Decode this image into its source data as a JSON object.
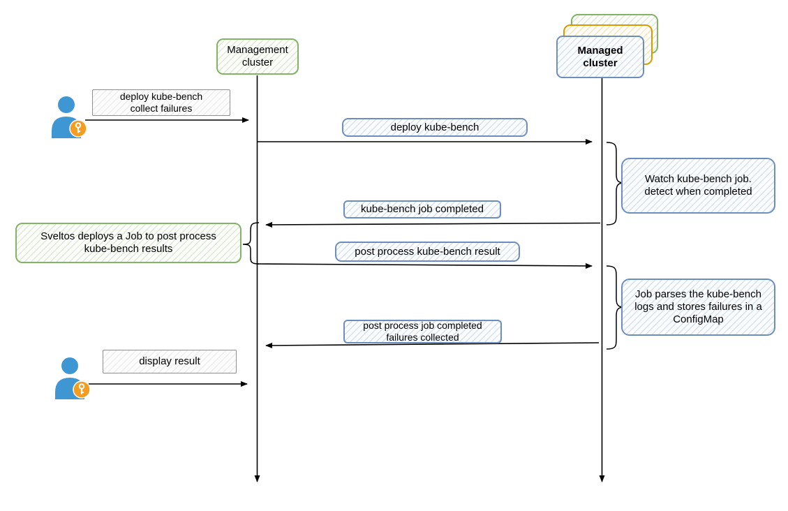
{
  "diagram_title": "kube-bench deployment sequence (Sveltos)",
  "participants": {
    "management": {
      "label": "Management\ncluster"
    },
    "managed": {
      "label": "Managed\ncluster"
    }
  },
  "actors": {
    "user_top": {
      "icon": "user-with-key-icon"
    },
    "user_bottom": {
      "icon": "user-with-key-icon"
    }
  },
  "actor_messages": {
    "deploy_collect": "deploy kube-bench\ncollect failures",
    "display_result": "display result"
  },
  "messages": {
    "deploy_kube_bench": "deploy kube-bench",
    "job_completed": "kube-bench job completed",
    "post_process": "post process kube-bench result",
    "post_process_completed": "post process job completed\nfailures collected"
  },
  "notes": {
    "watch": "Watch kube-bench job.\ndetect when completed",
    "sveltos": "Sveltos deploys a Job to post process\nkube-bench results",
    "job_parses": "Job parses the kube-bench\nlogs and stores failures in a\nConfigMap"
  },
  "colors": {
    "green_border": "#82b366",
    "orange_border": "#d79b00",
    "blue_border": "#6c8ebf",
    "grey_border": "#8f8f8f",
    "actor_blue": "#3e96d2",
    "badge_orange": "#f59d20",
    "line_black": "#000000"
  }
}
